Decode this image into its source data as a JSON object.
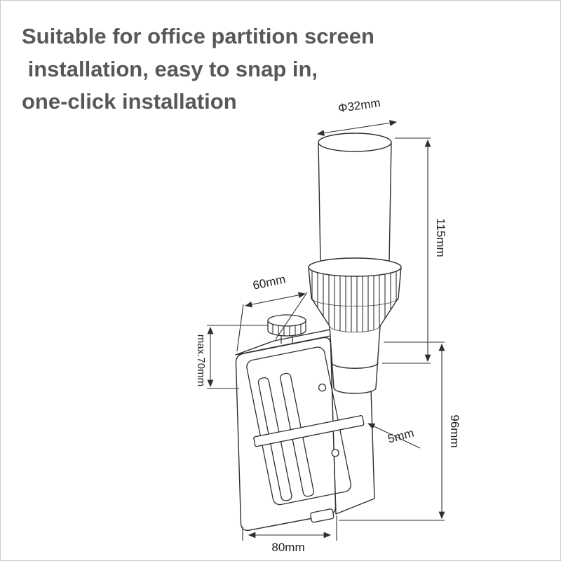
{
  "page": {
    "background": "#ffffff"
  },
  "heading": {
    "color": "#57585a",
    "lines": [
      "Suitable for office partition screen",
      " installation, easy to snap in,",
      "one-click installation"
    ]
  },
  "diagram": {
    "description": "Clamp-on partition screen mount with pole, technical dimension drawing",
    "line_color": "#2f2f2f",
    "dims": {
      "diameter": "Φ32mm",
      "pole_height": "115mm",
      "top_depth": "60mm",
      "opening": "max.70mm",
      "body_height": "96mm",
      "plate": "5mm",
      "width": "80mm"
    }
  }
}
